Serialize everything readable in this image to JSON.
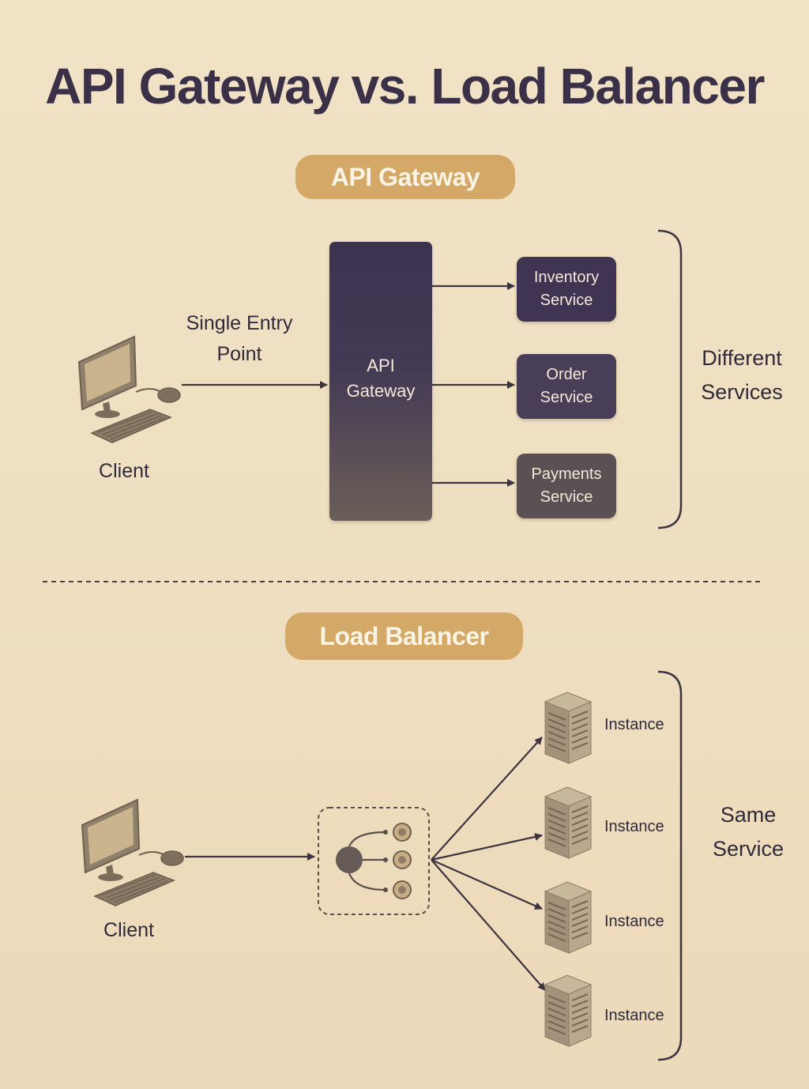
{
  "title": "API Gateway vs. Load Balancer",
  "gateway_section": {
    "heading": "API Gateway",
    "client_label": "Client",
    "entry_label_line1": "Single Entry",
    "entry_label_line2": "Point",
    "gateway_line1": "API",
    "gateway_line2": "Gateway",
    "services": [
      {
        "line1": "Inventory",
        "line2": "Service"
      },
      {
        "line1": "Order",
        "line2": "Service"
      },
      {
        "line1": "Payments",
        "line2": "Service"
      }
    ],
    "group_label_line1": "Different",
    "group_label_line2": "Services"
  },
  "lb_section": {
    "heading": "Load Balancer",
    "client_label": "Client",
    "instances": [
      "Instance",
      "Instance",
      "Instance",
      "Instance"
    ],
    "group_label_line1": "Same",
    "group_label_line2": "Service"
  },
  "colors": {
    "background": "#efdfc1",
    "accent_pill": "#d4a867",
    "gateway_dark": "#3b3350",
    "arrow": "#3d3440"
  }
}
